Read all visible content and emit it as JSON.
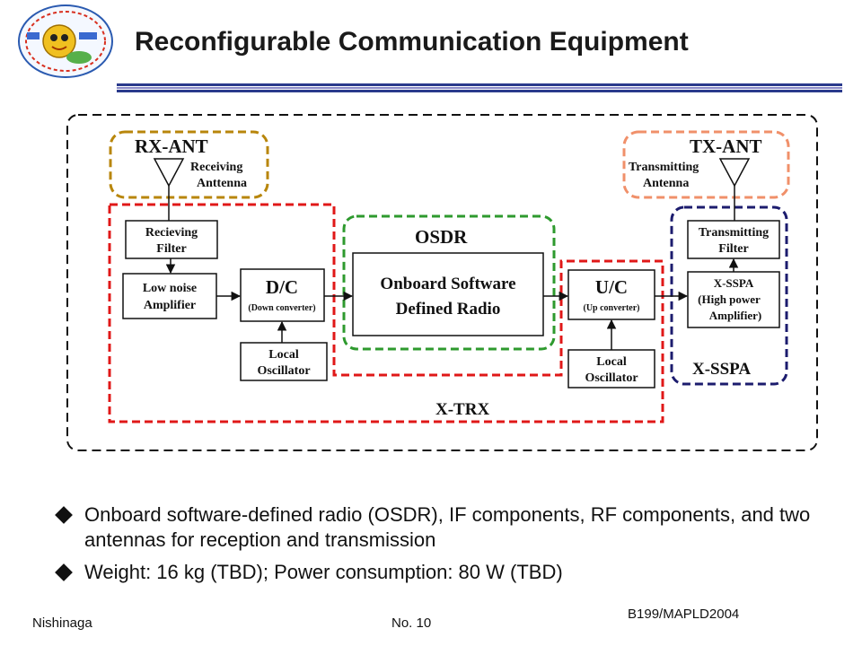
{
  "header": {
    "title": "Reconfigurable Communication Equipment"
  },
  "diagram": {
    "rx_ant": {
      "group_label": "RX-ANT",
      "antenna_label_1": "Receiving",
      "antenna_label_2": "Anttenna"
    },
    "tx_ant": {
      "group_label": "TX-ANT",
      "antenna_label_1": "Transmitting",
      "antenna_label_2": "Antenna"
    },
    "receiving_filter": {
      "line1": "Recieving",
      "line2": "Filter"
    },
    "lna": {
      "line1": "Low noise",
      "line2": "Amplifier"
    },
    "dc": {
      "line1": "D/C",
      "line2": "(Down converter)"
    },
    "lo_rx": {
      "line1": "Local",
      "line2": "Oscillator"
    },
    "osdr": {
      "group_label": "OSDR",
      "line1": "Onboard Software",
      "line2": "Defined Radio"
    },
    "uc": {
      "line1": "U/C",
      "line2": "(Up converter)"
    },
    "lo_tx": {
      "line1": "Local",
      "line2": "Oscillator"
    },
    "transmitting_filter": {
      "line1": "Transmitting",
      "line2": "Filter"
    },
    "xsspa_box": {
      "line1": "X-SSPA",
      "line2": "(High power",
      "line3": "Amplifier)"
    },
    "xsspa_group_label": "X-SSPA",
    "xtrx_group_label": "X-TRX",
    "colors": {
      "rx_ant_border": "#b8860b",
      "tx_ant_border": "#f0906a",
      "xtrx_border": "#e01818",
      "osdr_border": "#2e9a2e",
      "xsspa_border": "#1c1c6e",
      "outer_border": "#111111"
    }
  },
  "bullets": [
    "Onboard software-defined radio (OSDR), IF components, RF components, and two antennas for reception and transmission",
    "Weight: 16 kg (TBD); Power consumption: 80 W (TBD)"
  ],
  "footer": {
    "author": "Nishinaga",
    "page": "No. 10",
    "code": "B199/MAPLD2004"
  }
}
